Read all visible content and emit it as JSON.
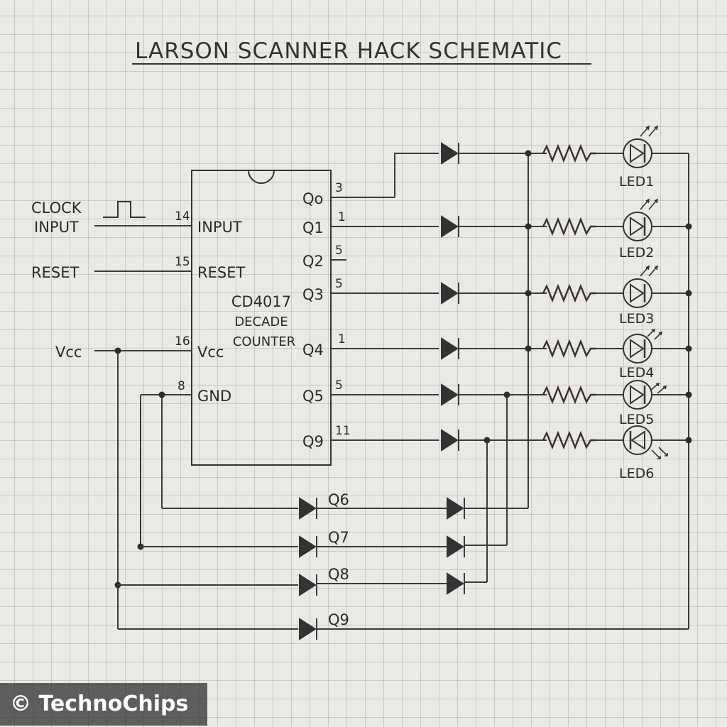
{
  "title": "LARSON SCANNER HACK SCHEMATIC",
  "ic": {
    "line1": "CD4017",
    "line2": "DECADE",
    "line3": "COUNTER",
    "left_pins": [
      {
        "label": "INPUT",
        "num": "14"
      },
      {
        "label": "RESET",
        "num": "15"
      },
      {
        "label": "Vcc",
        "num": "16"
      },
      {
        "label": "GND",
        "num": "8"
      }
    ],
    "right_pins": [
      {
        "label": "Qo",
        "num": "3"
      },
      {
        "label": "Q1",
        "num": "1"
      },
      {
        "label": "Q2",
        "num": "5"
      },
      {
        "label": "Q3",
        "num": "5"
      },
      {
        "label": "Q4",
        "num": "1"
      },
      {
        "label": "Q5",
        "num": "5"
      },
      {
        "label": "Q9",
        "num": "11"
      }
    ]
  },
  "inputs": {
    "clock_line1": "CLOCK",
    "clock_line2": "INPUT",
    "reset": "RESET",
    "vcc": "Vcc"
  },
  "leds": [
    "LED1",
    "LED2",
    "LED3",
    "LED4",
    "LED5",
    "LED6"
  ],
  "bottom_diodes": [
    "Q6",
    "Q7",
    "Q8",
    "Q9"
  ],
  "watermark": "© TechnoChips"
}
